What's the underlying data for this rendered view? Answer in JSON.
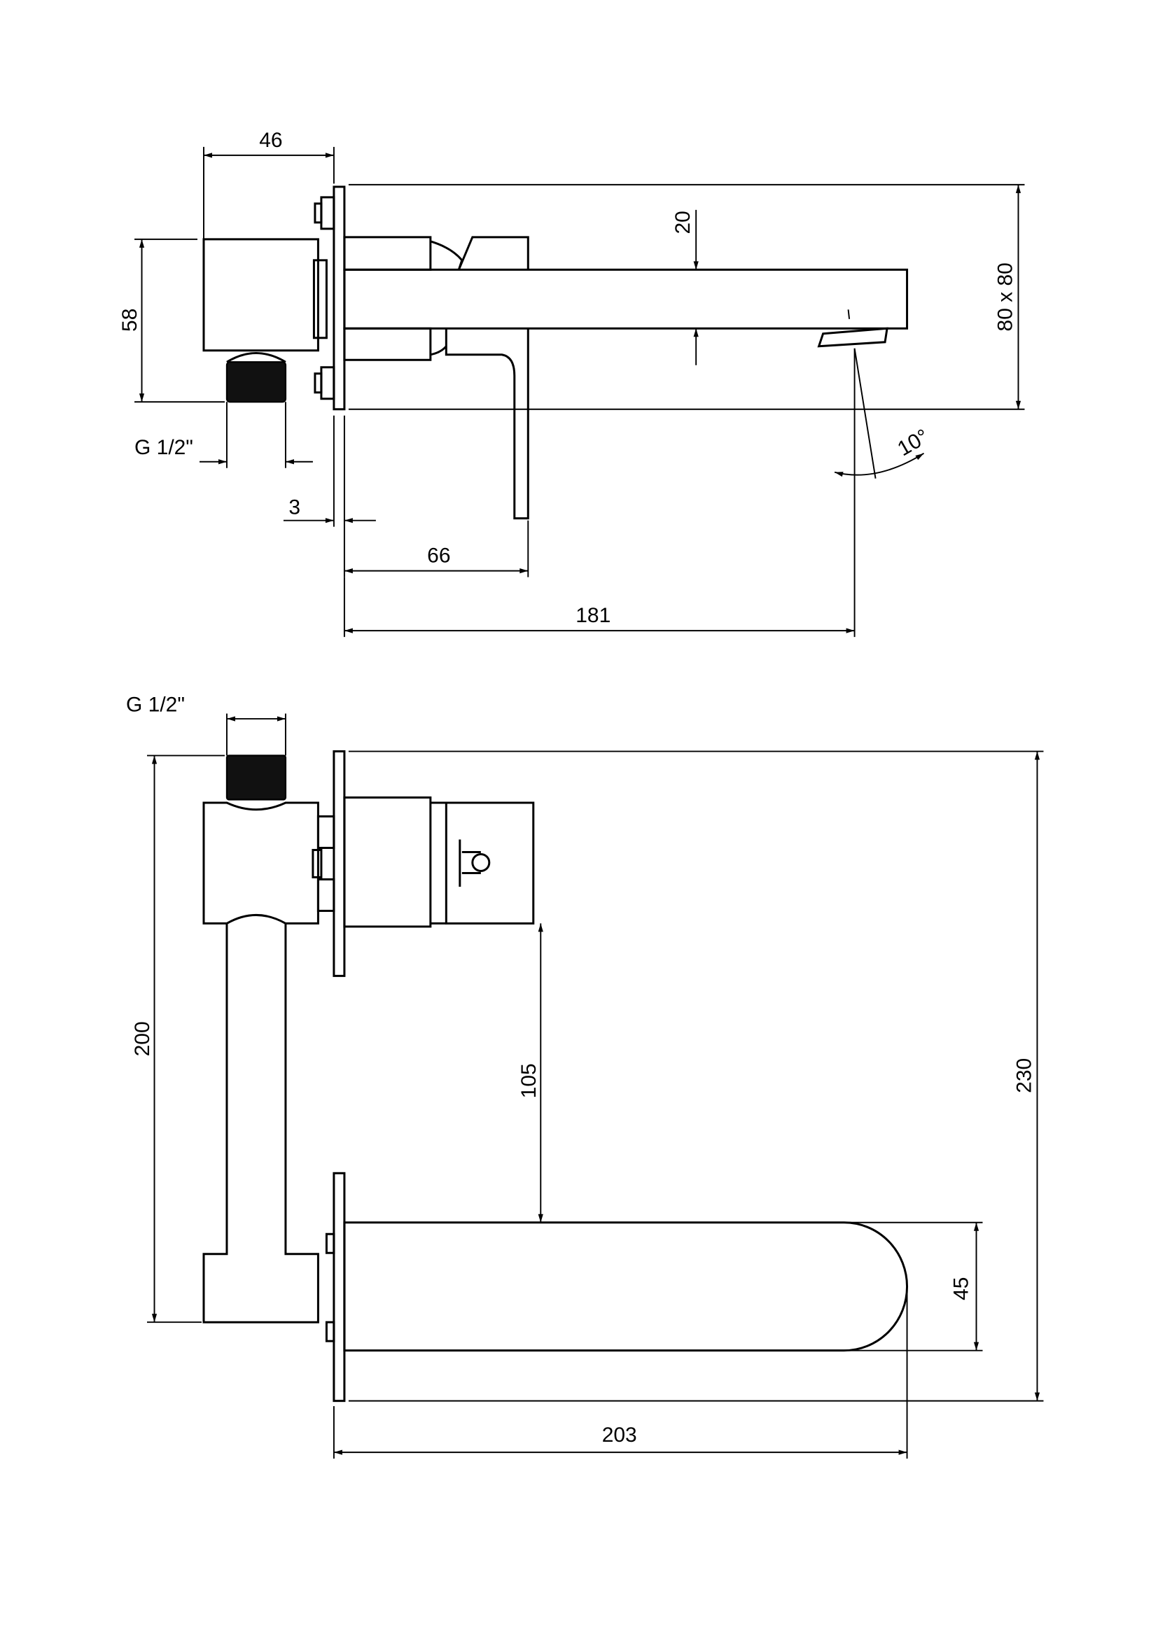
{
  "drawing": {
    "side_view": {
      "width_body": "46",
      "height_body": "58",
      "inlet_thread": "G 1/2\"",
      "plate_gap": "3",
      "lever_projection": "66",
      "spout_projection": "181",
      "spout_height": "20",
      "plate_size": "80 x 80",
      "spout_angle": "10°"
    },
    "top_view": {
      "inlet_thread": "G 1/2\"",
      "body_height": "200",
      "overall_height": "230",
      "spout_offset": "105",
      "spout_width": "45",
      "spout_length": "203"
    }
  }
}
